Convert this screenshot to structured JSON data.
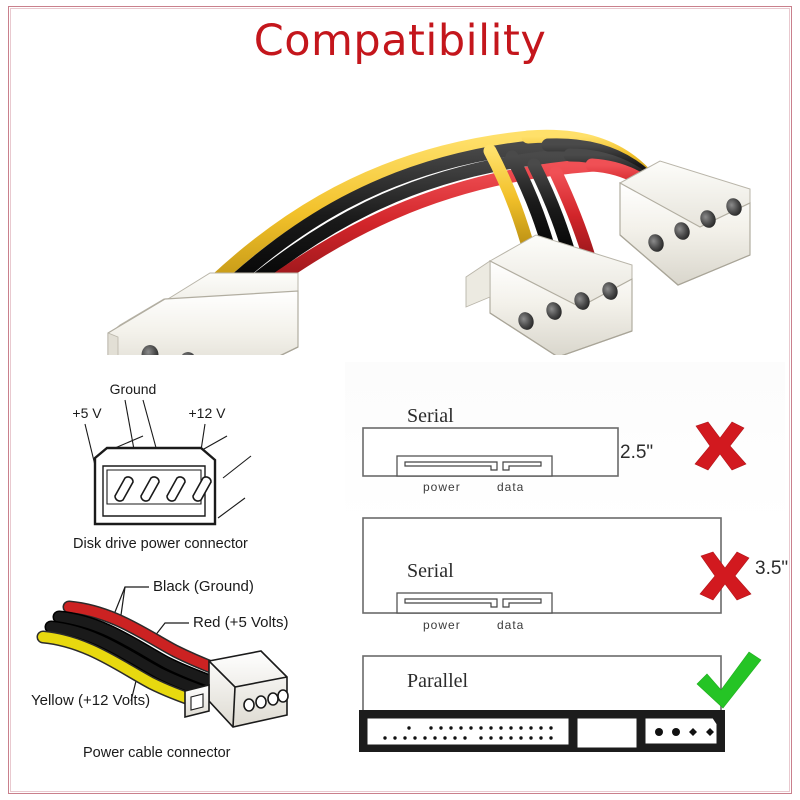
{
  "page": {
    "title": "Compatibility",
    "title_color": "#c4161c",
    "border_color": "#c9808c",
    "background": "#ffffff"
  },
  "photo": {
    "alt_name": "molex-y-splitter-cable-photo",
    "connector_count": 3,
    "wire_colors": [
      "#f2c12a",
      "#1a1a1a",
      "#1a1a1a",
      "#d2252a"
    ],
    "connector_body_color": "#f1efe9"
  },
  "connector_diagram": {
    "caption": "Disk drive power connector",
    "pin_labels": [
      {
        "text": "+5 V"
      },
      {
        "text": "Ground"
      },
      {
        "text": "+12 V"
      }
    ],
    "pin_count": 4
  },
  "cable_diagram": {
    "caption": "Power cable connector",
    "wire_labels": [
      {
        "text": "Black (Ground)",
        "color": "#1a1a1a"
      },
      {
        "text": "Red (+5 Volts)",
        "color": "#d2252a"
      },
      {
        "text": "Yellow (+12 Volts)",
        "color": "#e8d90f"
      }
    ]
  },
  "compatibility": {
    "rows": [
      {
        "interface": "Serial",
        "size": "2.5\"",
        "verdict": "cross",
        "verdict_color": "#d2191f",
        "ports": [
          {
            "label": "power"
          },
          {
            "label": "data"
          }
        ]
      },
      {
        "interface": "Serial",
        "size": "3.5\"",
        "verdict": "cross",
        "verdict_color": "#d2191f",
        "ports": [
          {
            "label": "power"
          },
          {
            "label": "data"
          }
        ]
      },
      {
        "interface": "Parallel",
        "size": "",
        "verdict": "check",
        "verdict_color": "#25c425",
        "ports": []
      }
    ]
  }
}
